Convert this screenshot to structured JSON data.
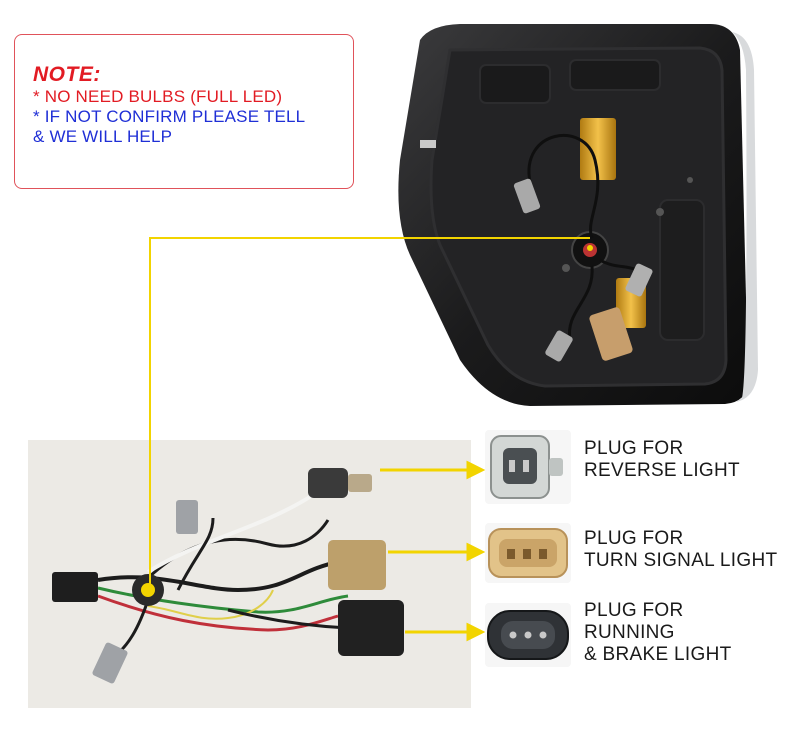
{
  "note": {
    "title": "NOTE:",
    "line1": "* NO NEED BULBS (FULL LED)",
    "line2": "* IF NOT CONFIRM PLEASE TELL",
    "line3": "& WE WILL HELP",
    "colors": {
      "title": "#e21b23",
      "line1": "#e21b23",
      "info": "#1f2fd6",
      "border": "#e0525a"
    }
  },
  "plugs": [
    {
      "line1": "PLUG FOR",
      "line2": "REVERSE LIGHT",
      "icon": "reverse-light-plug-icon",
      "color": "#c9cfcc"
    },
    {
      "line1": "PLUG FOR",
      "line2": "TURN SIGNAL LIGHT",
      "icon": "turn-signal-plug-icon",
      "color": "#d9b47a"
    },
    {
      "line1": "PLUG FOR",
      "line2": "RUNNING",
      "line3": "& BRAKE LIGHT",
      "icon": "running-brake-plug-icon",
      "color": "#3a3d42"
    }
  ],
  "accent_color": "#f2d400"
}
